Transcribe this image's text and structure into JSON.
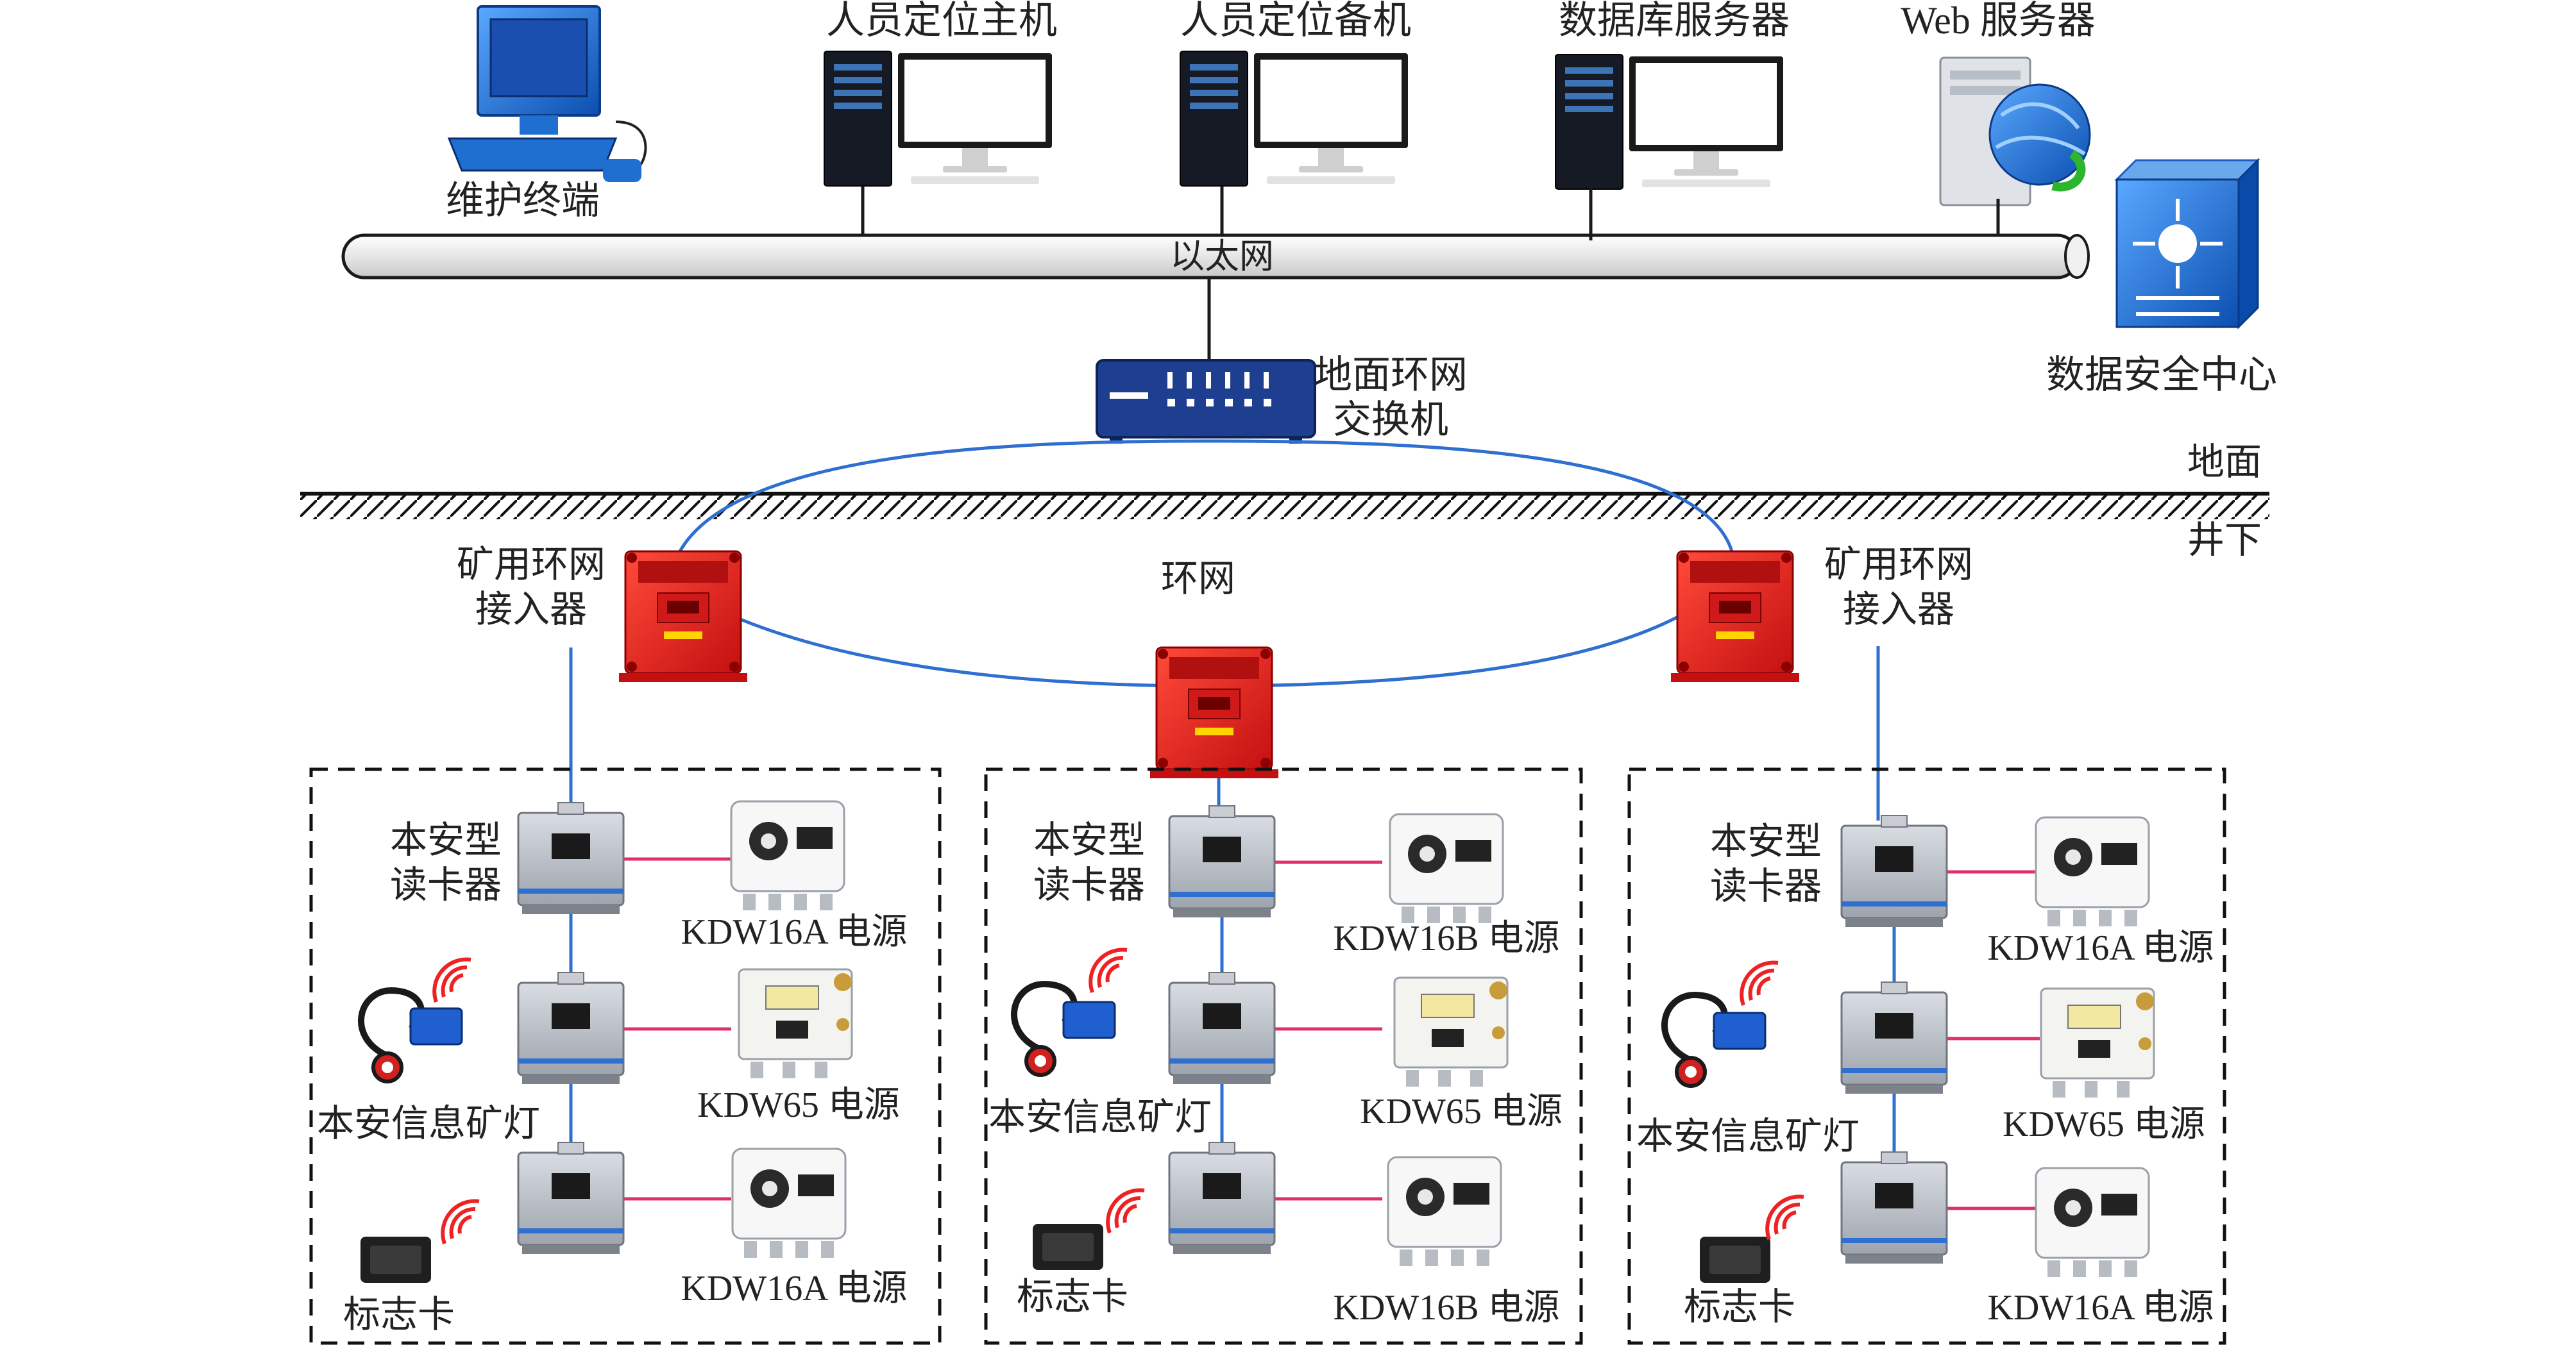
{
  "colors": {
    "ring": "#2e6fd0",
    "link": "#e0306a",
    "device_red": "#e81e1e",
    "device_grey": "#b9bec6",
    "monitor_blue": "#1f6fd0",
    "ethernet": "#ececec"
  },
  "top": {
    "maintenance_terminal": "维护终端",
    "location_host": "人员定位主机",
    "location_backup": "人员定位备机",
    "db_server": "数据库服务器",
    "web_server": "Web 服务器",
    "ethernet": "以太网",
    "security_center": "数据安全中心"
  },
  "ground": {
    "switch_line1": "地面环网",
    "switch_line2": "交换机",
    "surface": "地面",
    "underground": "井下"
  },
  "ring": {
    "ring_label": "环网",
    "left_access_line1": "矿用环网",
    "left_access_line2": "接入器",
    "right_access_line1": "矿用环网",
    "right_access_line2": "接入器"
  },
  "zones": [
    {
      "reader_line1": "本安型",
      "reader_line2": "读卡器",
      "power1": "KDW16A 电源",
      "power2": "KDW65 电源",
      "power3": "KDW16A 电源",
      "lamp": "本安信息矿灯",
      "tag": "标志卡"
    },
    {
      "reader_line1": "本安型",
      "reader_line2": "读卡器",
      "power1": "KDW16B 电源",
      "power2": "KDW65 电源",
      "power3": "KDW16B 电源",
      "lamp": "本安信息矿灯",
      "tag": "标志卡"
    },
    {
      "reader_line1": "本安型",
      "reader_line2": "读卡器",
      "power1": "KDW16A 电源",
      "power2": "KDW65 电源",
      "power3": "KDW16A 电源",
      "lamp": "本安信息矿灯",
      "tag": "标志卡"
    }
  ]
}
